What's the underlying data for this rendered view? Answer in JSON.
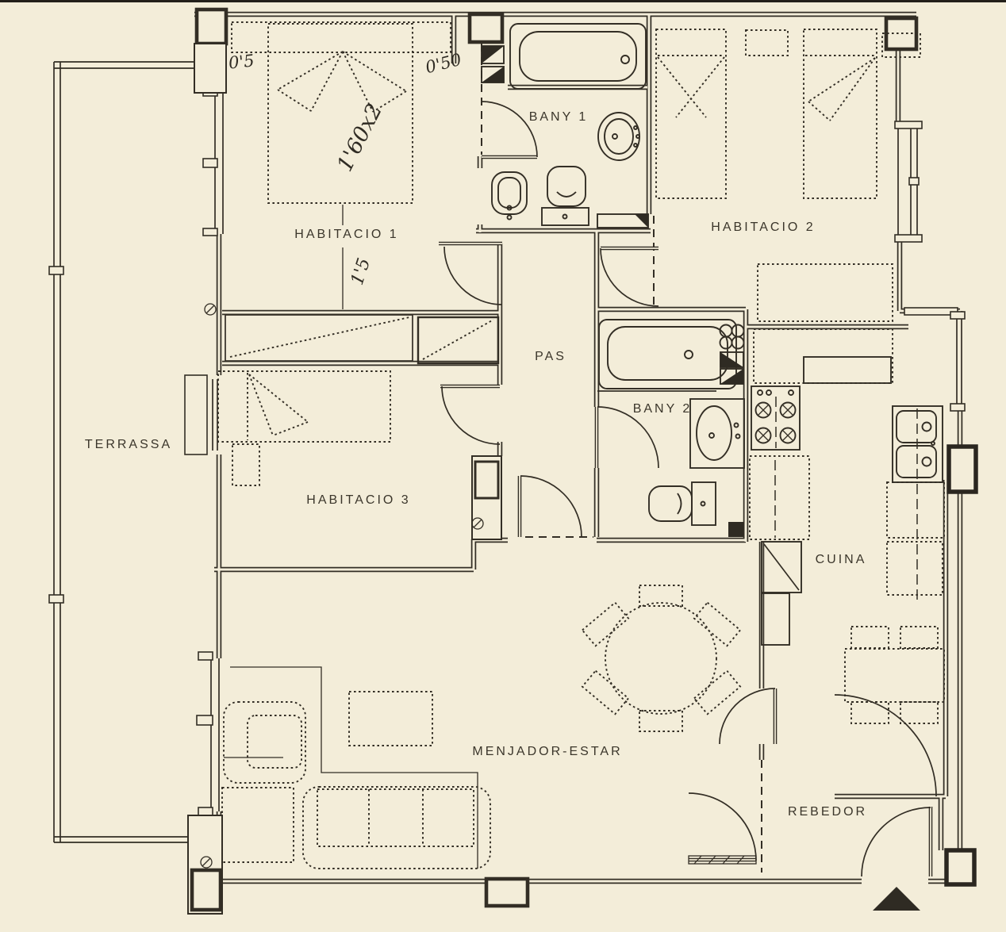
{
  "document": {
    "type": "scanned architectural floor plan",
    "language": "Catalan",
    "colors": {
      "paper": "#f3edd9",
      "ink": "#332e25"
    }
  },
  "rooms": {
    "terrassa": "TERRASSA",
    "habitacio1": "HABITACIO 1",
    "habitacio2": "HABITACIO 2",
    "habitacio3": "HABITACIO 3",
    "bany1": "BANY 1",
    "bany2": "BANY 2",
    "pas": "PAS",
    "cuina": "CUINA",
    "menjador_estar": "MENJADOR-ESTAR",
    "rebedor": "REBEDOR"
  },
  "annotations": {
    "offset_left": "0'5",
    "offset_right": "0'50",
    "bed_size": "1'60x2",
    "wall_dim": "1'5"
  },
  "icons": {
    "entrance_arrow": "solid triangle pointing up at main entrance"
  }
}
